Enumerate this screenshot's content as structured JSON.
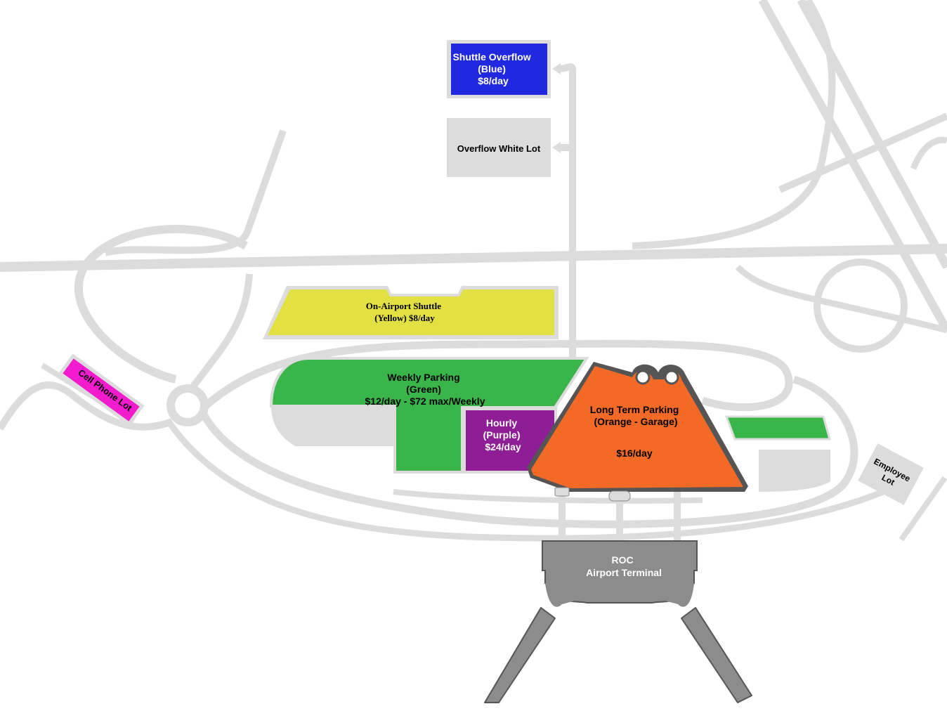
{
  "colors": {
    "road": "#dcdcdc",
    "lot_gray": "#dcdcdc",
    "blue": "#2029e0",
    "yellow": "#e2e042",
    "green": "#3ab54a",
    "purple": "#8f1d95",
    "orange": "#f26a26",
    "pink": "#f21bce",
    "terminal": "#8c8c8c"
  },
  "lots": {
    "shuttle_overflow": {
      "line1": "Shuttle Overflow",
      "line2": "(Blue)",
      "line3": "$8/day"
    },
    "overflow_white": {
      "line1": "Overflow White Lot"
    },
    "on_airport_shuttle": {
      "line1": "On-Airport Shuttle",
      "line2": "(Yellow) $8/day"
    },
    "weekly": {
      "line1": "Weekly Parking",
      "line2": "(Green)",
      "line3": "$12/day - $72 max/Weekly"
    },
    "hourly": {
      "line1": "Hourly",
      "line2": "(Purple)",
      "line3": "$24/day"
    },
    "long_term": {
      "line1": "Long Term Parking",
      "line2": "(Orange - Garage)",
      "line3": "$16/day"
    },
    "cell_phone": {
      "line1": "Cell Phone Lot"
    },
    "employee": {
      "line1": "Employee",
      "line2": "Lot"
    }
  },
  "terminal": {
    "line1": "ROC",
    "line2": "Airport Terminal"
  }
}
